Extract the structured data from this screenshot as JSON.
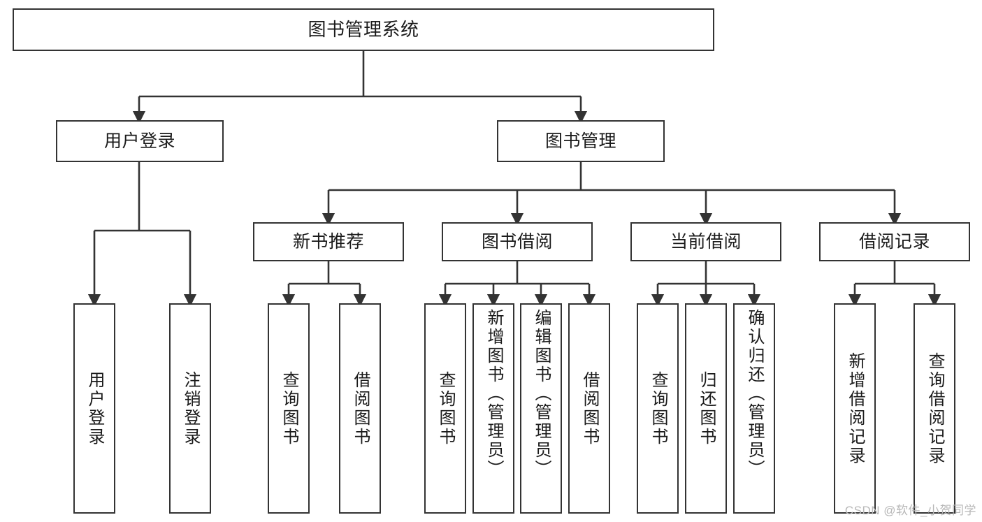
{
  "diagram": {
    "type": "tree-hierarchy-chart",
    "title": "图书管理系统",
    "watermark": "CSDN @软件_小贺同学",
    "colors": {
      "border": "#333333",
      "background": "#ffffff",
      "text": "#1a1a1a",
      "watermark": "#b8b8b8"
    },
    "nodes": {
      "root": {
        "label": "图书管理系统",
        "level": 1
      },
      "user_login": {
        "label": "用户登录",
        "level": 2
      },
      "book_mgmt": {
        "label": "图书管理",
        "level": 2
      },
      "new_book_rec": {
        "label": "新书推荐",
        "level": 3
      },
      "book_borrow": {
        "label": "图书借阅",
        "level": 3
      },
      "current_borrow": {
        "label": "当前借阅",
        "level": 3
      },
      "borrow_record": {
        "label": "借阅记录",
        "level": 3
      },
      "leaf_user_login": {
        "label": "用户登录",
        "level": 3
      },
      "leaf_logout": {
        "label": "注销登录",
        "level": 3
      },
      "leaf_query_book_1": {
        "label": "查询图书",
        "level": 4
      },
      "leaf_borrow_book_1": {
        "label": "借阅图书",
        "level": 4
      },
      "leaf_query_book_2": {
        "label": "查询图书",
        "level": 4
      },
      "leaf_add_book": {
        "label": "新增图书（管理员）",
        "level": 4
      },
      "leaf_edit_book": {
        "label": "编辑图书（管理员）",
        "level": 4
      },
      "leaf_borrow_book_2": {
        "label": "借阅图书",
        "level": 4
      },
      "leaf_query_book_3": {
        "label": "查询图书",
        "level": 4
      },
      "leaf_return_book": {
        "label": "归还图书",
        "level": 4
      },
      "leaf_confirm_return": {
        "label": "确认归还（管理员）",
        "level": 4
      },
      "leaf_add_record": {
        "label": "新增借阅记录",
        "level": 4
      },
      "leaf_query_record": {
        "label": "查询借阅记录",
        "level": 4
      }
    },
    "edges": [
      {
        "from": "root",
        "to": "user_login"
      },
      {
        "from": "root",
        "to": "book_mgmt"
      },
      {
        "from": "user_login",
        "to": "leaf_user_login"
      },
      {
        "from": "user_login",
        "to": "leaf_logout"
      },
      {
        "from": "book_mgmt",
        "to": "new_book_rec"
      },
      {
        "from": "book_mgmt",
        "to": "book_borrow"
      },
      {
        "from": "book_mgmt",
        "to": "current_borrow"
      },
      {
        "from": "book_mgmt",
        "to": "borrow_record"
      },
      {
        "from": "new_book_rec",
        "to": "leaf_query_book_1"
      },
      {
        "from": "new_book_rec",
        "to": "leaf_borrow_book_1"
      },
      {
        "from": "book_borrow",
        "to": "leaf_query_book_2"
      },
      {
        "from": "book_borrow",
        "to": "leaf_add_book"
      },
      {
        "from": "book_borrow",
        "to": "leaf_edit_book"
      },
      {
        "from": "book_borrow",
        "to": "leaf_borrow_book_2"
      },
      {
        "from": "current_borrow",
        "to": "leaf_query_book_3"
      },
      {
        "from": "current_borrow",
        "to": "leaf_return_book"
      },
      {
        "from": "current_borrow",
        "to": "leaf_confirm_return"
      },
      {
        "from": "borrow_record",
        "to": "leaf_add_record"
      },
      {
        "from": "borrow_record",
        "to": "leaf_query_record"
      }
    ]
  }
}
